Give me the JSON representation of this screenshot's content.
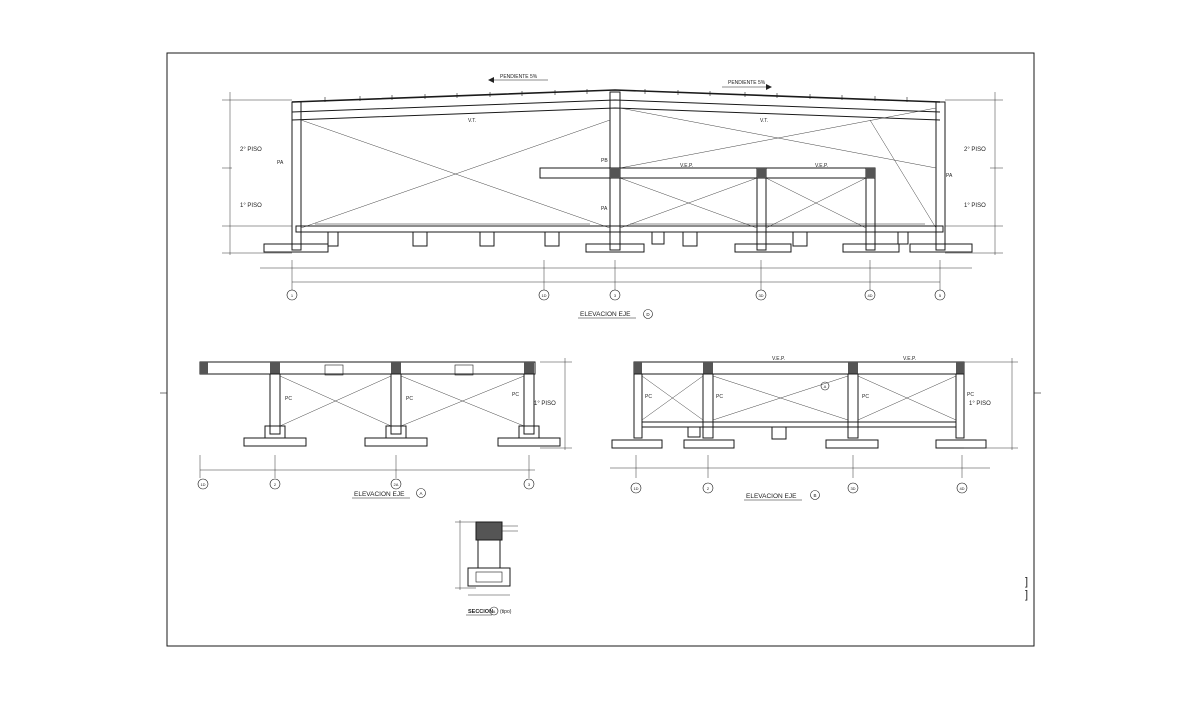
{
  "title_labels": {
    "elev_main": "ELEVACION  EJE",
    "elev_main_axis": "D",
    "elev_a": "ELEVACION  EJE",
    "elev_a_axis": "A",
    "elev_b": "ELEVACION  EJE",
    "elev_b_axis": "B",
    "seccion": "SECCION",
    "seccion_marker": "A",
    "seccion_suffix": "(tipo)"
  },
  "slope_labels": {
    "left": "PENDIENTE 5%",
    "right": "PENDIENTE 5%"
  },
  "floor_labels": {
    "piso2_left": "2° PISO",
    "piso1_left": "1° PISO",
    "piso2_right": "2° PISO",
    "piso1_right": "1° PISO",
    "piso1_elev_a": "1° PISO",
    "piso1_elev_b": "1° PISO"
  },
  "member_labels": {
    "vt_left": "V.T.",
    "vt_right": "V.T.",
    "vep_main": "V.E.P.",
    "vep_main_2": "V.E.P.",
    "vep_b_left": "V.E.P.",
    "vep_b_right": "V.E.P.",
    "pa_left": "PA",
    "pa_right": "PA",
    "pb": "PB",
    "pa_mid": "PA",
    "pc_a1": "PC",
    "pc_a2": "PC",
    "pc_a3": "PC",
    "pc_b1": "PC",
    "pc_b2": "PC",
    "pc_b3": "PC",
    "pc_b4": "PC",
    "section_marker_b": "A"
  },
  "axis_bubbles": {
    "main": [
      "1",
      "1D",
      "3",
      "3D",
      "4D",
      "5"
    ],
    "elev_a": [
      "1D",
      "2",
      "2A",
      "3"
    ],
    "elev_b": [
      "1D",
      "2",
      "3D",
      "4D"
    ]
  },
  "side_markers": {
    "right_bracket_1": "]",
    "right_bracket_2": "]"
  }
}
